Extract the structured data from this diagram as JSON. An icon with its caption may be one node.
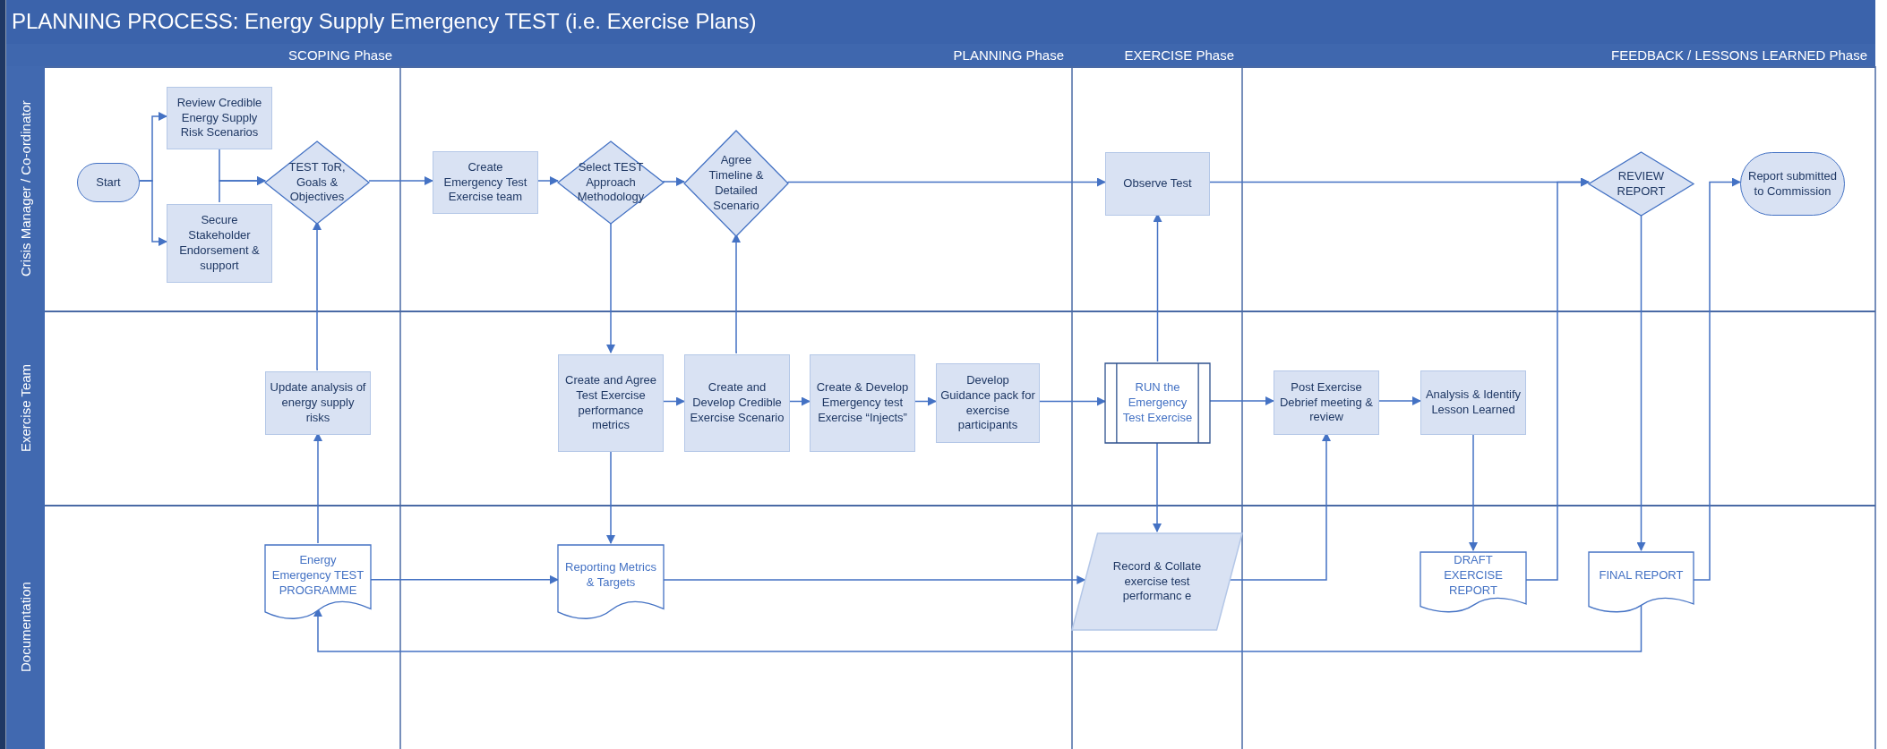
{
  "diagram": {
    "title": "PLANNING PROCESS: Energy Supply Emergency TEST (i.e. Exercise Plans)",
    "nodes": [
      {
        "text": [
          "SCOPING Phase"
        ]
      },
      {
        "text": [
          "PLANNING Phase"
        ]
      },
      {
        "text": [
          "EXERCISE Phase"
        ]
      },
      {
        "text": [
          "FEEDBACK / LESSONS LEARNED Phase"
        ]
      },
      {
        "text": [
          "Crisis Manager / Co-ordinator"
        ]
      },
      {
        "text": [
          "Start"
        ],
        "in": 4
      },
      {
        "text": [
          "Review Credible Energy Supply Risk Scenarios"
        ],
        "in": 4
      },
      {
        "text": [
          "Secure Stakeholder Endorsement & support"
        ],
        "in": 4
      },
      {
        "text": [
          "TEST ToR, Goals & Objectives"
        ],
        "in": 4
      },
      {
        "text": [
          "Create Emergency Test Exercise team"
        ],
        "in": 4
      },
      {
        "text": [
          "Select TEST Approach Methodology"
        ],
        "in": 4
      },
      {
        "text": [
          "Agree Timeline & Detailed Scenario"
        ],
        "in": 4
      },
      {
        "text": [
          "Observe Test"
        ],
        "in": 4
      },
      {
        "text": [
          "REVIEW REPORT"
        ],
        "in": 4
      },
      {
        "text": [
          "Report submitted to Commission"
        ],
        "in": 4
      },
      {
        "text": [
          "Exercise Team"
        ]
      },
      {
        "text": [
          "Update analysis of energy supply risks"
        ],
        "in": 15
      },
      {
        "text": [
          "Create and Agree Test Exercise performance metrics"
        ],
        "in": 15
      },
      {
        "text": [
          "Create and Develop Credible Exercise Scenario"
        ],
        "in": 15
      },
      {
        "text": [
          "Create & Develop Emergency test Exercise “Injects”"
        ],
        "in": 15
      },
      {
        "text": [
          "Develop Guidance pack for exercise participants"
        ],
        "in": 15
      },
      {
        "text": [
          "RUN the Emergency Test Exercise"
        ],
        "in": 15
      },
      {
        "text": [
          "Post Exercise Debrief meeting & review"
        ],
        "in": 15
      },
      {
        "text": [
          "Analysis & Identify Lesson Learned"
        ],
        "in": 15
      },
      {
        "text": [
          "Documentation"
        ]
      },
      {
        "text": [
          "Energy Emergency TEST PROGRAMME"
        ],
        "in": 24
      },
      {
        "text": [
          "Reporting Metrics & Targets"
        ],
        "in": 24
      },
      {
        "text": [
          "Record & Collate exercise test performanc e"
        ],
        "in": 24
      },
      {
        "text": [
          "DRAFT EXERCISE REPORT"
        ],
        "in": 24
      },
      {
        "text": [
          "FINAL REPORT"
        ],
        "in": 24
      }
    ],
    "edges": [
      {
        "from": 5,
        "to": 6,
        "arrow": "to"
      },
      {
        "from": 5,
        "to": 7,
        "arrow": "to"
      },
      {
        "from": 6,
        "to": 8,
        "arrow": "to"
      },
      {
        "from": 7,
        "to": 8,
        "arrow": "to"
      },
      {
        "from": 8,
        "to": 9,
        "arrow": "to"
      },
      {
        "from": 9,
        "to": 10,
        "arrow": "to"
      },
      {
        "from": 10,
        "to": 11,
        "arrow": "to"
      },
      {
        "from": 11,
        "to": 12,
        "arrow": "to"
      },
      {
        "from": 12,
        "to": 13,
        "arrow": "to"
      },
      {
        "from": 10,
        "to": 17,
        "arrow": "to"
      },
      {
        "from": 17,
        "to": 18,
        "arrow": "to"
      },
      {
        "from": 18,
        "to": 11,
        "arrow": "to"
      },
      {
        "from": 18,
        "to": 19,
        "arrow": "to"
      },
      {
        "from": 19,
        "to": 20,
        "arrow": "to"
      },
      {
        "from": 20,
        "to": 21,
        "arrow": "to"
      },
      {
        "from": 21,
        "to": 12,
        "arrow": "to"
      },
      {
        "from": 21,
        "to": 22,
        "arrow": "to"
      },
      {
        "from": 22,
        "to": 23,
        "arrow": "to"
      },
      {
        "from": 23,
        "to": 28,
        "arrow": "to"
      },
      {
        "from": 28,
        "to": 13,
        "arrow": "to"
      },
      {
        "from": 13,
        "to": 29,
        "arrow": "to"
      },
      {
        "from": 29,
        "to": 14,
        "arrow": "to"
      },
      {
        "from": 29,
        "to": 25,
        "arrow": "to"
      },
      {
        "from": 17,
        "to": 26,
        "arrow": "to"
      },
      {
        "from": 25,
        "to": 26,
        "arrow": "to"
      },
      {
        "from": 26,
        "to": 27,
        "arrow": "to"
      },
      {
        "from": 21,
        "to": 27,
        "arrow": "to"
      },
      {
        "from": 27,
        "to": 22,
        "arrow": "to"
      },
      {
        "from": 25,
        "to": 16,
        "arrow": "to"
      },
      {
        "from": 16,
        "to": 8,
        "arrow": "to"
      }
    ]
  }
}
